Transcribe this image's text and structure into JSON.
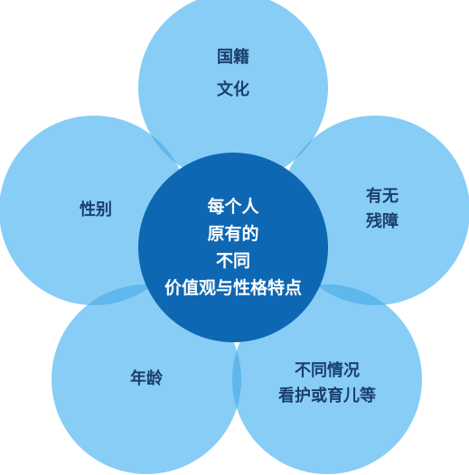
{
  "colors": {
    "petal_fill": "#87cdf6",
    "petal_overlap": "#5fb7ec",
    "center_fill": "#0e67b2",
    "label_text": "#1a3f6b",
    "center_text": "#ffffff"
  },
  "center": {
    "lines": [
      "每个人",
      "原有的",
      "不同",
      "价值观与性格特点"
    ]
  },
  "petals": [
    {
      "id": "top",
      "lines": [
        "国籍",
        "文化"
      ]
    },
    {
      "id": "right",
      "lines": [
        "有无",
        "残障"
      ]
    },
    {
      "id": "bottom-right",
      "lines": [
        "不同情况",
        "看护或育儿等"
      ]
    },
    {
      "id": "bottom-left",
      "lines": [
        "年龄"
      ]
    },
    {
      "id": "left",
      "lines": [
        "性别"
      ]
    }
  ]
}
